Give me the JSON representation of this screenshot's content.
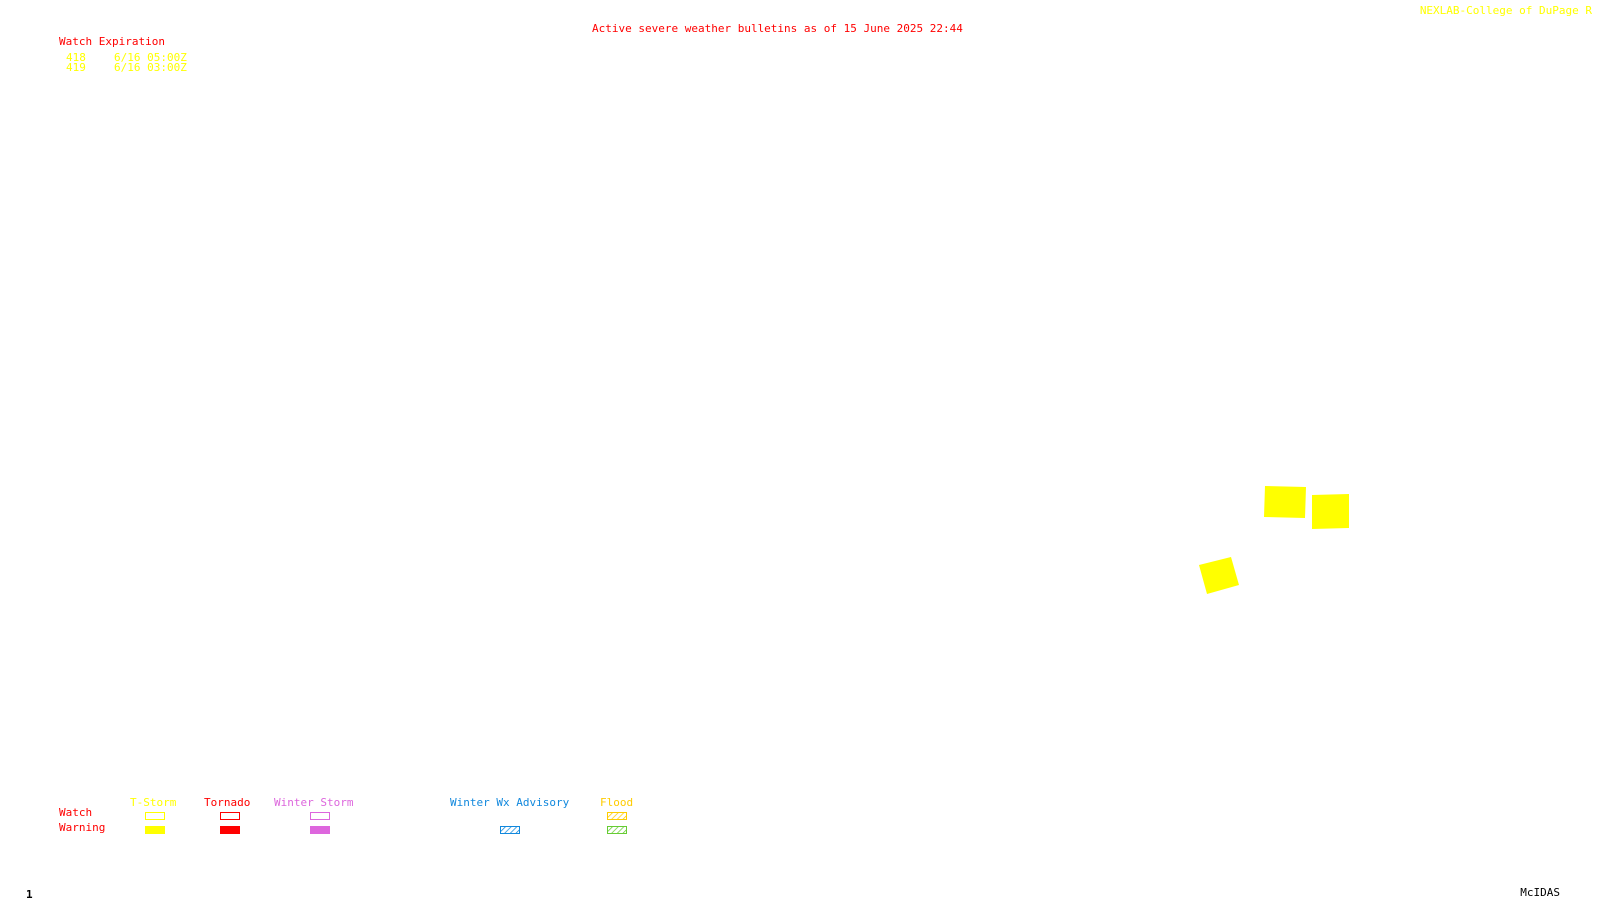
{
  "header": {
    "bulletin_title": "Active severe weather bulletins as of 15 June 2025 22:44",
    "credit": "NEXLAB-College of DuPage R"
  },
  "watch_table": {
    "heading": "Watch Expiration",
    "rows": [
      {
        "number": "418",
        "expires": "6/16 05:00Z"
      },
      {
        "number": "419",
        "expires": "6/16 03:00Z"
      }
    ]
  },
  "legend": {
    "row_labels": {
      "watch": "Watch",
      "warning": "Warning"
    },
    "categories": [
      {
        "label": "T-Storm",
        "color": "#ffff00",
        "watch_style": "outline",
        "warning_style": "filled"
      },
      {
        "label": "Tornado",
        "color": "#ff0000",
        "watch_style": "outline",
        "warning_style": "filled"
      },
      {
        "label": "Winter Storm",
        "color": "#dd66dd",
        "watch_style": "outline",
        "warning_style": "filled"
      },
      {
        "label": "Winter Wx Advisory",
        "color": "#1188dd",
        "watch_style": "none",
        "warning_style": "hatched"
      },
      {
        "label": "Flood",
        "color": "#ffcc00",
        "warning_color": "#66cc33",
        "watch_style": "hatched",
        "warning_style": "hatched"
      }
    ]
  },
  "map": {
    "warning_polygons": [
      {
        "type": "T-Storm Warning",
        "color": "#ffff00"
      },
      {
        "type": "T-Storm Warning",
        "color": "#ffff00"
      },
      {
        "type": "T-Storm Warning",
        "color": "#ffff00"
      }
    ]
  },
  "footer": {
    "frame_number": "1",
    "software": "McIDAS"
  }
}
